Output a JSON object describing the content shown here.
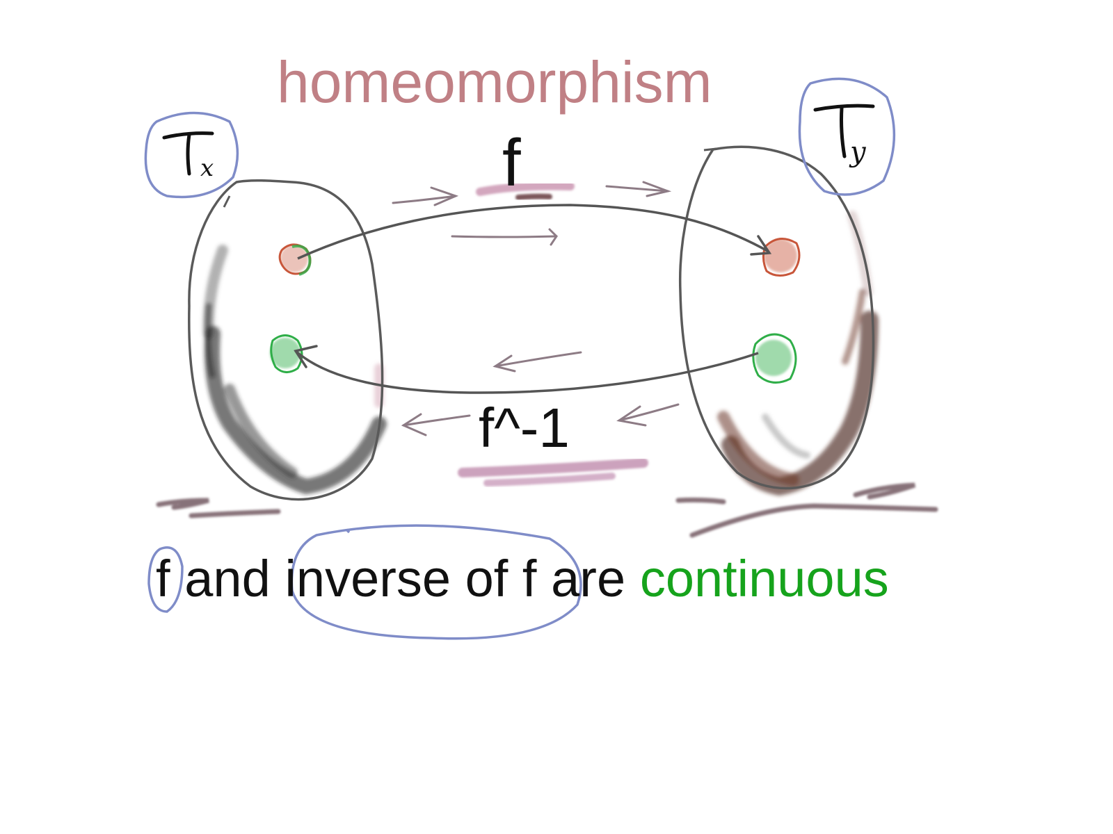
{
  "title": "homeomorphism",
  "map_label": "f",
  "inverse_map_label": "f^-1",
  "space_x": {
    "base": "T",
    "sub": "x"
  },
  "space_y": {
    "base": "T",
    "sub": "y"
  },
  "caption": {
    "part1": "f",
    "part2": "and",
    "part3": "inverse of f",
    "part4": "are",
    "part5": "continuous"
  },
  "colors": {
    "title": "#c08085",
    "text": "#111111",
    "outline": "#5a5a5a",
    "circle_annotation": "#7f8cc8",
    "highlight": "#b06a90",
    "arrow": "#7a6570",
    "point_green": "#2fae48",
    "point_red": "#c8563a",
    "shade_dark": "#2a2a2a",
    "shade_brown": "#5a2a20",
    "continuous": "#16a31c"
  }
}
